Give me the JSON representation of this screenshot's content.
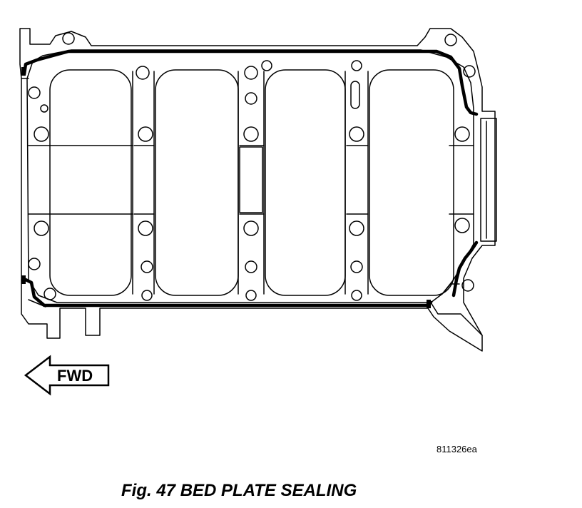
{
  "figure": {
    "arrow_label": "FWD",
    "reference_id": "811326ea",
    "caption": "Fig. 47 BED PLATE SEALING"
  },
  "colors": {
    "line": "#000000",
    "background": "#ffffff"
  },
  "icons": [
    "forward-arrow-icon"
  ]
}
